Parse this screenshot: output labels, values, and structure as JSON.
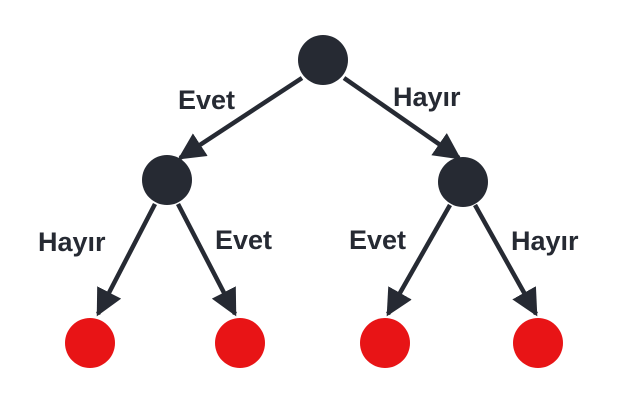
{
  "colors": {
    "decision_node": "#262a33",
    "leaf_node": "#e81416",
    "edge": "#262a33",
    "label_text": "#262a33",
    "background": "#ffffff"
  },
  "tree": {
    "root": {
      "type": "decision"
    },
    "branches": [
      {
        "label": "Evet",
        "node": {
          "type": "decision"
        },
        "children": [
          {
            "label": "Hayır",
            "leaf": "leaf"
          },
          {
            "label": "Evet",
            "leaf": "leaf"
          }
        ]
      },
      {
        "label": "Hayır",
        "node": {
          "type": "decision"
        },
        "children": [
          {
            "label": "Evet",
            "leaf": "leaf"
          },
          {
            "label": "Hayır",
            "leaf": "leaf"
          }
        ]
      }
    ]
  }
}
